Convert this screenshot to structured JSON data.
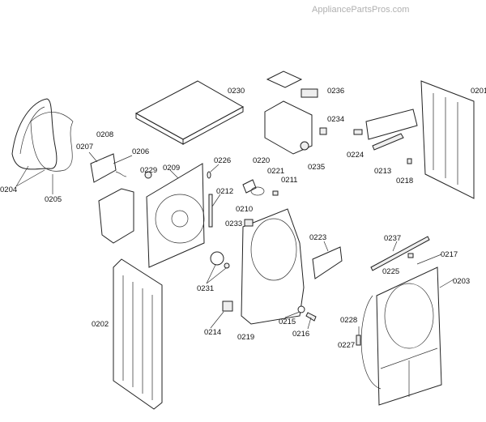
{
  "watermark": "AppliancePartsPros.com",
  "labels": {
    "p0201": "0201",
    "p0202": "0202",
    "p0203": "0203",
    "p0204": "0204",
    "p0205": "0205",
    "p0206": "0206",
    "p0207": "0207",
    "p0208": "0208",
    "p0209": "0209",
    "p0210": "0210",
    "p0211": "0211",
    "p0212": "0212",
    "p0213": "0213",
    "p0214": "0214",
    "p0215": "0215",
    "p0216": "0216",
    "p0217": "0217",
    "p0218": "0218",
    "p0219": "0219",
    "p0220": "0220",
    "p0221": "0221",
    "p0223": "0223",
    "p0224": "0224",
    "p0225": "0225",
    "p0226": "0226",
    "p0227": "0227",
    "p0228": "0228",
    "p0229": "0229",
    "p0230": "0230",
    "p0231": "0231",
    "p0233": "0233",
    "p0234": "0234",
    "p0235": "0235",
    "p0236": "0236",
    "p0237": "0237"
  }
}
